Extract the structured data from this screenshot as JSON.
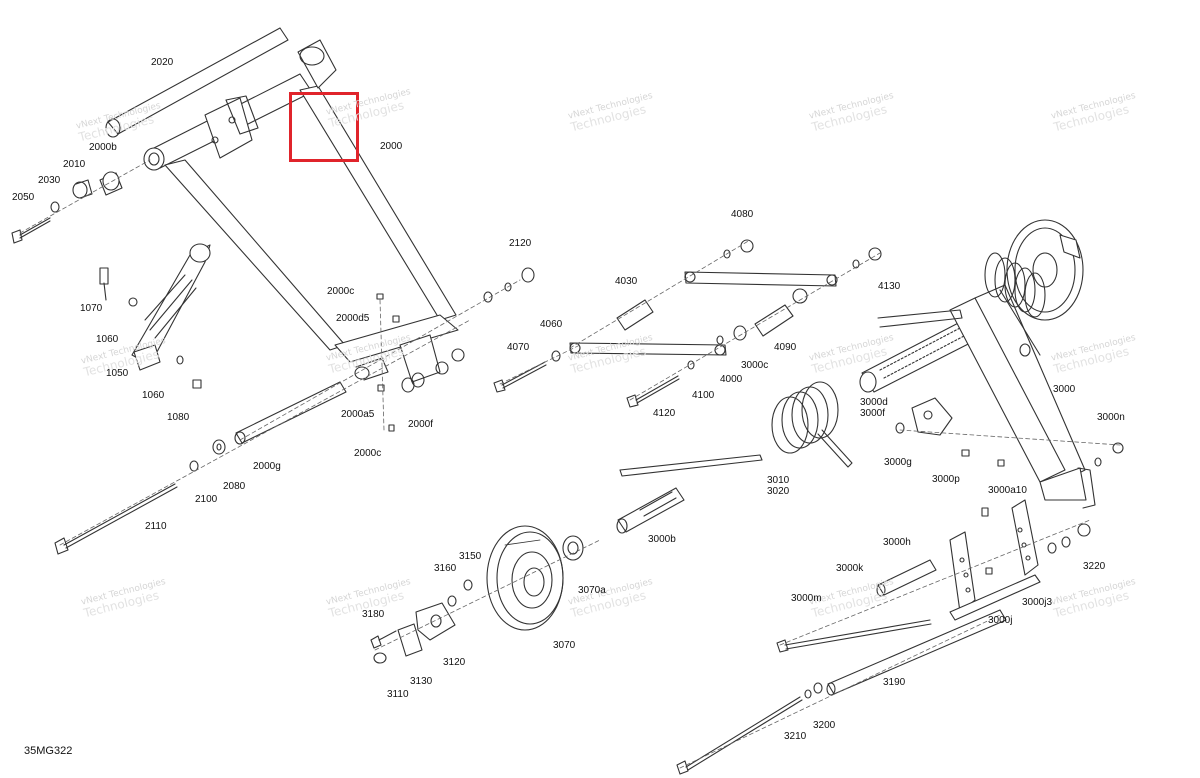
{
  "diagram_code": "35MG322",
  "highlight_color": "#e0242b",
  "watermark": {
    "line1": "vNext Technologies",
    "line2": "Technologies"
  },
  "callouts": [
    "2020",
    "2000",
    "2000b",
    "2010",
    "2030",
    "2050",
    "1070",
    "1060",
    "1050",
    "1060",
    "1080",
    "2120",
    "2000c",
    "2000d5",
    "4060",
    "4070",
    "2000a5",
    "2000f",
    "2000c",
    "2000g",
    "2100",
    "2080",
    "2110",
    "4080",
    "4130",
    "4030",
    "4000",
    "3000c",
    "4090",
    "4100",
    "4120",
    "3000",
    "3000d",
    "3000f",
    "3000g",
    "3000n",
    "3000p",
    "3000a10",
    "3010",
    "3020",
    "3000b",
    "3150",
    "3160",
    "3070",
    "3070a",
    "3180",
    "3120",
    "3130",
    "3110",
    "3000h",
    "3000k",
    "3000m",
    "3000j3",
    "3000j",
    "3220",
    "3190",
    "3200",
    "3210"
  ]
}
